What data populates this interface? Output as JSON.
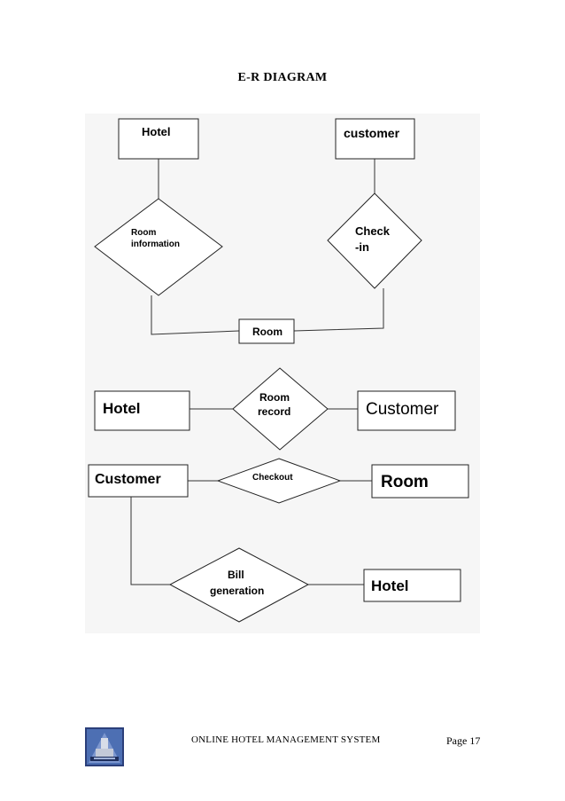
{
  "title": "E-R DIAGRAM",
  "diagram": {
    "entities": {
      "hotel_top": "Hotel",
      "customer_top": "customer",
      "room_mid": "Room",
      "hotel_row2": "Hotel",
      "customer_row2": "Customer",
      "customer_row3": "Customer",
      "room_row3": "Room",
      "hotel_row4": "Hotel"
    },
    "relationships": {
      "room_information": [
        "Room",
        "information"
      ],
      "check_in": [
        "Check",
        "-in"
      ],
      "room_record": [
        "Room",
        "record"
      ],
      "checkout": [
        "Checkout"
      ],
      "bill_generation": [
        "Bill",
        "generation"
      ]
    }
  },
  "footer": {
    "system_name": "ONLINE HOTEL MANAGEMENT SYSTEM",
    "page_label": "Page 17"
  }
}
